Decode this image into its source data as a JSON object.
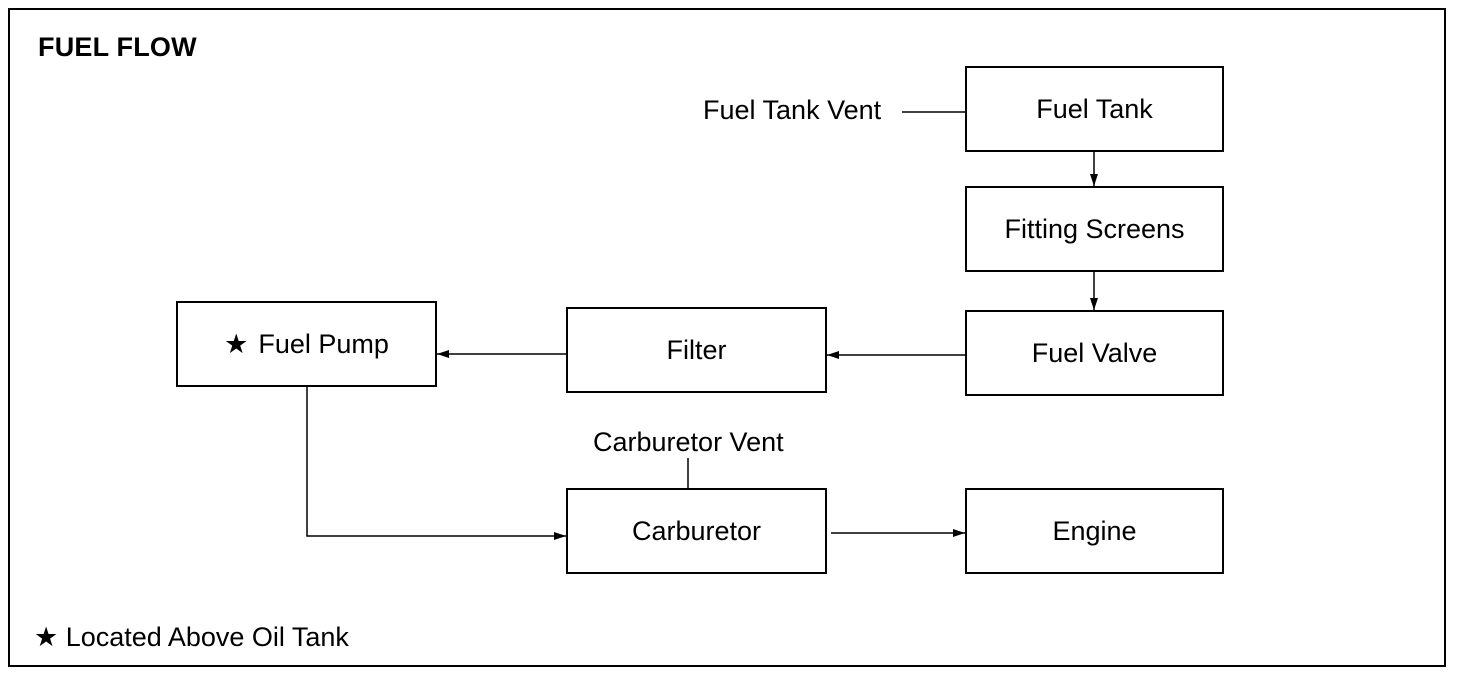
{
  "diagram": {
    "title": "FUEL FLOW",
    "nodes": {
      "fuel_tank": "Fuel Tank",
      "fitting_screens": "Fitting Screens",
      "fuel_valve": "Fuel Valve",
      "filter": "Filter",
      "fuel_pump": "Fuel Pump",
      "carburetor": "Carburetor",
      "engine": "Engine"
    },
    "labels": {
      "fuel_tank_vent": "Fuel Tank Vent",
      "carburetor_vent": "Carburetor Vent"
    },
    "marker_symbol": "★",
    "footnote": {
      "symbol": "★",
      "text": "Located Above Oil Tank"
    },
    "flow": [
      [
        "fuel_tank",
        "fitting_screens"
      ],
      [
        "fitting_screens",
        "fuel_valve"
      ],
      [
        "fuel_valve",
        "filter"
      ],
      [
        "filter",
        "fuel_pump"
      ],
      [
        "fuel_pump",
        "carburetor"
      ],
      [
        "carburetor",
        "engine"
      ]
    ]
  }
}
